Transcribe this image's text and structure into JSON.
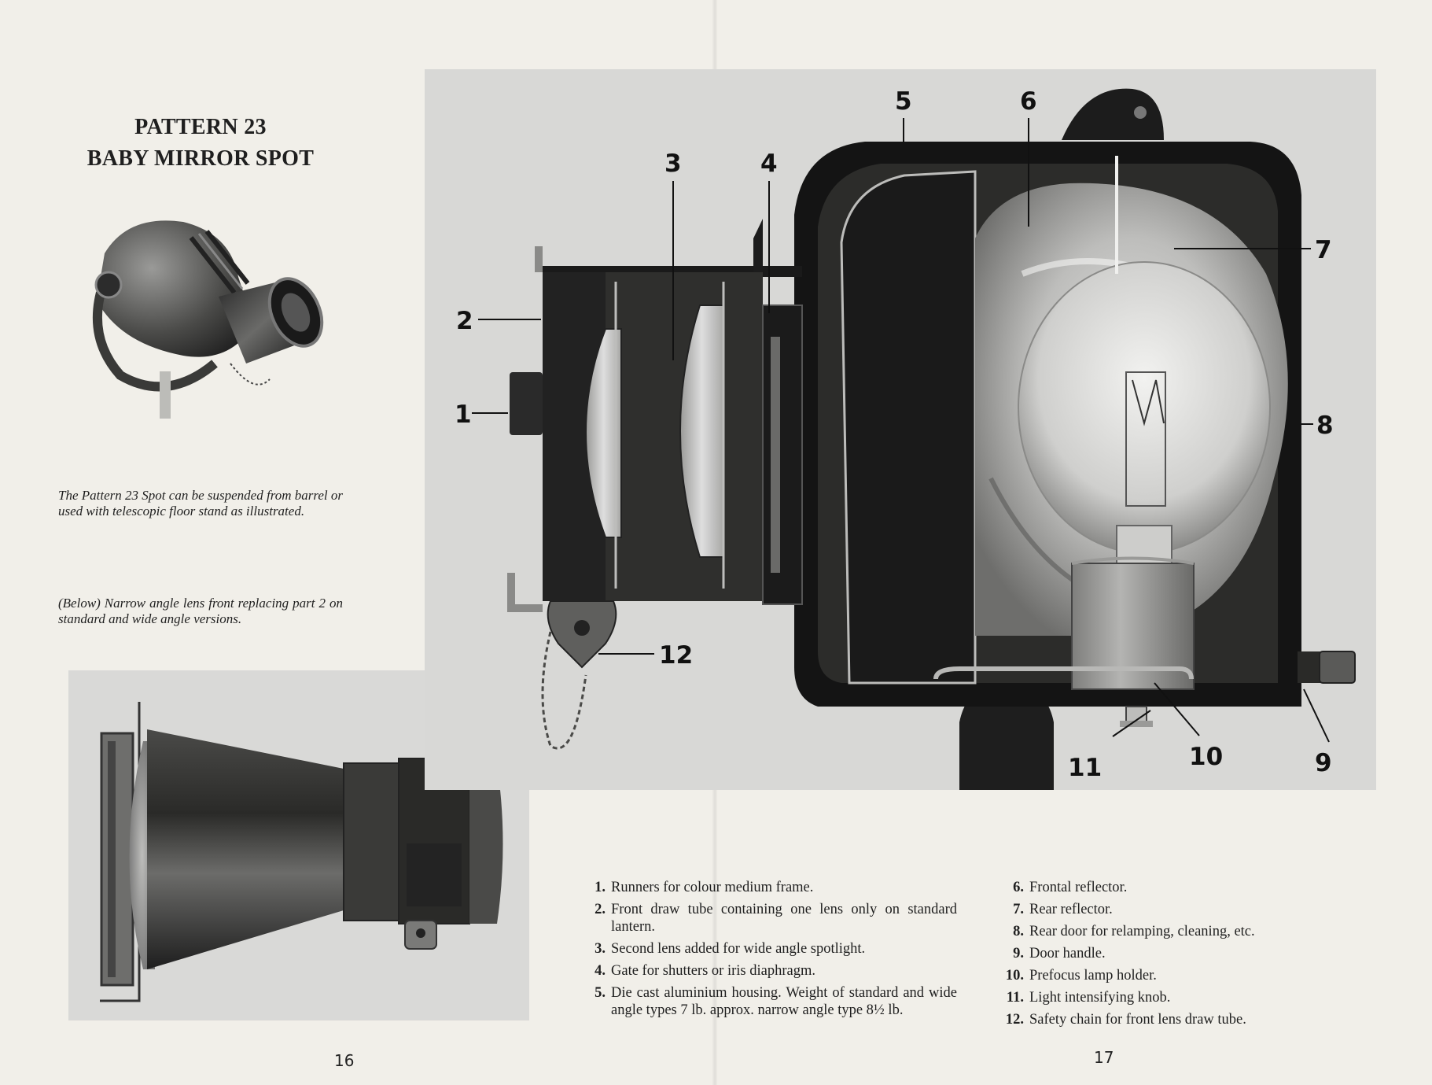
{
  "left_page": {
    "title_line1": "PATTERN 23",
    "title_line2": "BABY MIRROR SPOT",
    "caption_top": "The Pattern 23 Spot can be suspended from barrel or used with telescopic floor stand as illustrated.",
    "caption_bottom": "(Below) Narrow angle lens front replacing part 2 on standard and wide angle versions.",
    "page_number": "16"
  },
  "diagram": {
    "callouts": [
      "1",
      "2",
      "3",
      "4",
      "5",
      "6",
      "7",
      "8",
      "9",
      "10",
      "11",
      "12"
    ]
  },
  "legend": {
    "items": [
      {
        "num": "1.",
        "text": "Runners for colour medium frame."
      },
      {
        "num": "2.",
        "text": "Front draw tube containing one lens only on standard lantern."
      },
      {
        "num": "3.",
        "text": "Second lens added for wide angle spotlight."
      },
      {
        "num": "4.",
        "text": "Gate for shutters or iris diaphragm."
      },
      {
        "num": "5.",
        "text": "Die cast aluminium housing. Weight of standard and wide angle types 7 lb. approx. narrow angle type 8½ lb."
      },
      {
        "num": "6.",
        "text": "Frontal reflector."
      },
      {
        "num": "7.",
        "text": "Rear reflector."
      },
      {
        "num": "8.",
        "text": "Rear door for relamping, cleaning, etc."
      },
      {
        "num": "9.",
        "text": "Door handle."
      },
      {
        "num": "10.",
        "text": "Prefocus lamp holder."
      },
      {
        "num": "11.",
        "text": "Light intensifying knob."
      },
      {
        "num": "12.",
        "text": "Safety chain for front lens draw tube."
      }
    ]
  },
  "right_page": {
    "page_number": "17"
  }
}
